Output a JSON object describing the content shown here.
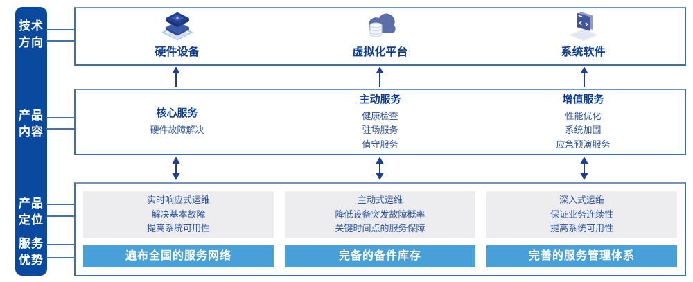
{
  "sidebar": {
    "items": [
      {
        "label": "技术方向"
      },
      {
        "label": "产品内容"
      },
      {
        "label": "产品定位"
      },
      {
        "label": "服务优势"
      }
    ]
  },
  "tech_row": {
    "items": [
      {
        "icon": "server-stack-icon",
        "label": "硬件设备"
      },
      {
        "icon": "cloud-platform-icon",
        "label": "虚拟化平台"
      },
      {
        "icon": "code-window-icon",
        "label": "系统软件"
      }
    ]
  },
  "services_row": {
    "columns": [
      {
        "title": "核心服务",
        "items": [
          "硬件故障解决"
        ]
      },
      {
        "title": "主动服务",
        "items": [
          "健康检查",
          "驻场服务",
          "值守服务"
        ]
      },
      {
        "title": "增值服务",
        "items": [
          "性能优化",
          "系统加固",
          "应急预演服务"
        ]
      }
    ]
  },
  "positioning_row": {
    "columns": [
      {
        "lines": [
          "实时响应式运维",
          "解决基本故障",
          "提高系统可用性"
        ],
        "bar": "遍布全国的服务网络"
      },
      {
        "lines": [
          "主动式运维",
          "降低设备突发故障概率",
          "关键时间点的服务保障"
        ],
        "bar": "完备的备件库存"
      },
      {
        "lines": [
          "深入式运维",
          "保证业务连续性",
          "提高系统可用性"
        ],
        "bar": "完善的服务管理体系"
      }
    ]
  },
  "colors": {
    "rail_blue": "#0A4A9E",
    "border_blue": "#3A6FB8",
    "bar_blue": "#49A0D8",
    "panel_gray": "#EDEDEF",
    "heading_navy": "#0C3D92",
    "body_navy": "#2D55A3",
    "arrow_navy": "#1C3E94"
  }
}
